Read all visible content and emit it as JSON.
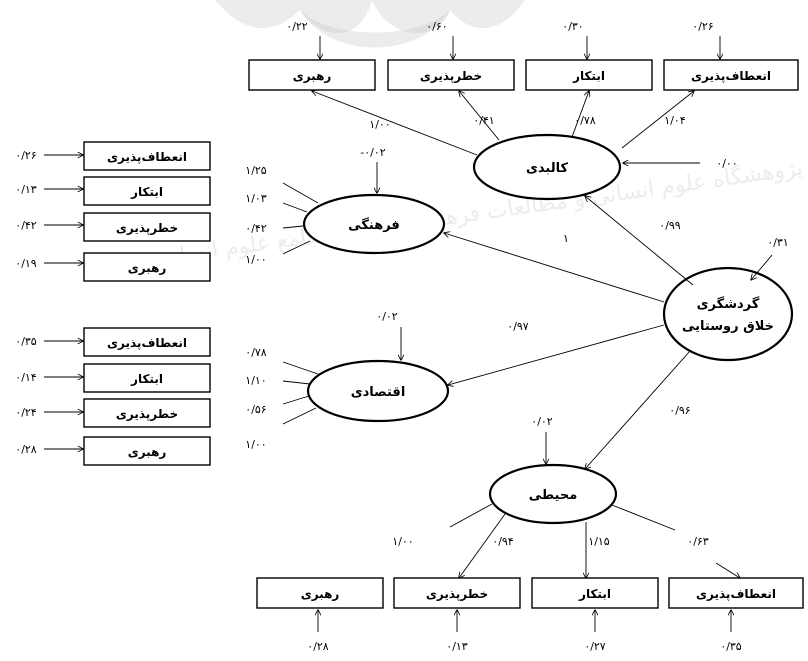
{
  "constructs": {
    "creative_rural_tourism_line1": "گردشگری",
    "creative_rural_tourism_line2": "خلاق روستایی",
    "physical": "کالبدی",
    "cultural": "فرهنگی",
    "economic": "اقتصادی",
    "environmental": "محیطی"
  },
  "indicators": {
    "flexibility": "انعطاف‌پذیری",
    "innovation": "ابتکار",
    "risk_taking": "خطرپذیری",
    "leadership": "رهبری"
  },
  "physical_block": {
    "errors": {
      "leadership": "۰/۲۲",
      "risk_taking": "۰/۶۰",
      "innovation": "۰/۳۰",
      "flexibility": "۰/۲۶"
    },
    "loadings": {
      "leadership": "۱/۰۰",
      "risk_taking": "۰/۴۱",
      "innovation": "۰/۷۸",
      "flexibility": "۱/۰۴"
    },
    "disturbance": "۰/۰۰"
  },
  "cultural_block": {
    "errors": {
      "flexibility": "۰/۲۶",
      "innovation": "۰/۱۳",
      "risk_taking": "۰/۴۲",
      "leadership": "۰/۱۹"
    },
    "loadings": {
      "flexibility": "۱/۲۵",
      "innovation": "۱/۰۳",
      "risk_taking": "۰/۴۲",
      "leadership": "۱/۰۰"
    },
    "disturbance": "-۰/۰۲"
  },
  "economic_block": {
    "errors": {
      "flexibility": "۰/۳۵",
      "innovation": "۰/۱۴",
      "risk_taking": "۰/۲۴",
      "leadership": "۰/۲۸"
    },
    "loadings": {
      "flexibility": "۰/۷۸",
      "innovation": "۱/۱۰",
      "risk_taking": "۰/۵۶",
      "leadership": "۱/۰۰"
    },
    "disturbance": "۰/۰۲"
  },
  "environmental_block": {
    "errors": {
      "leadership": "۰/۲۸",
      "risk_taking": "۰/۱۳",
      "innovation": "۰/۲۷",
      "flexibility": "۰/۳۵"
    },
    "loadings": {
      "leadership": "۱/۰۰",
      "risk_taking": "۰/۹۴",
      "innovation": "۱/۱۵",
      "flexibility": "۰/۶۳"
    },
    "disturbance": "۰/۰۲"
  },
  "structural_paths": {
    "to_physical": "۰/۹۹",
    "to_cultural": "۱",
    "to_economic": "۰/۹۷",
    "to_environmental": "۰/۹۶",
    "tourism_disturbance": "۰/۳۱"
  },
  "watermark_text": "پژوهشگاه علوم انسانی و مطالعات فرهنگی — پرتال جامع علوم انسانی"
}
